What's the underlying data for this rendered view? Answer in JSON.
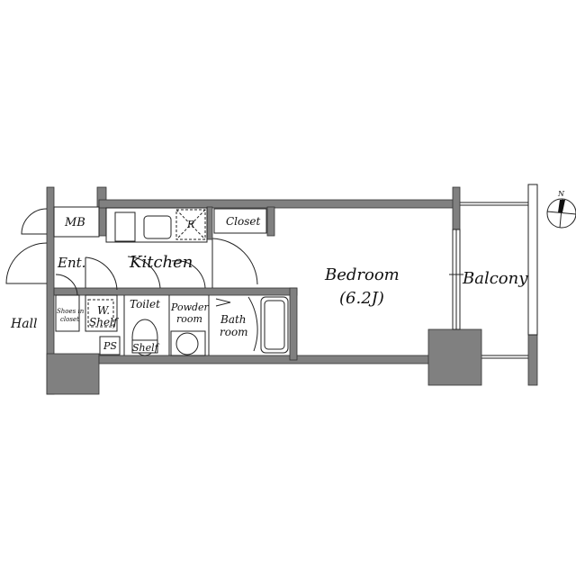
{
  "rooms": {
    "mb": "MB",
    "entrance": "Ent.",
    "kitchen": "Kitchen",
    "refrigerator": "R",
    "closet": "Closet",
    "bedroom": "Bedroom",
    "bedroom_size": "(6.2J)",
    "balcony": "Balcony",
    "hall": "Hall",
    "shoes_closet_line1": "Shoes in",
    "shoes_closet_line2": "closet",
    "w_shelf_line1": "W.",
    "w_shelf_line2": "Shelf",
    "toilet": "Toilet",
    "toilet_shelf": "Shelf",
    "powder_room_line1": "Powder",
    "powder_room_line2": "room",
    "bath_room_line1": "Bath",
    "bath_room_line2": "room",
    "ps": "PS"
  },
  "compass": {
    "north_label": "N"
  },
  "colors": {
    "wall": "#808080",
    "line": "#222222"
  }
}
